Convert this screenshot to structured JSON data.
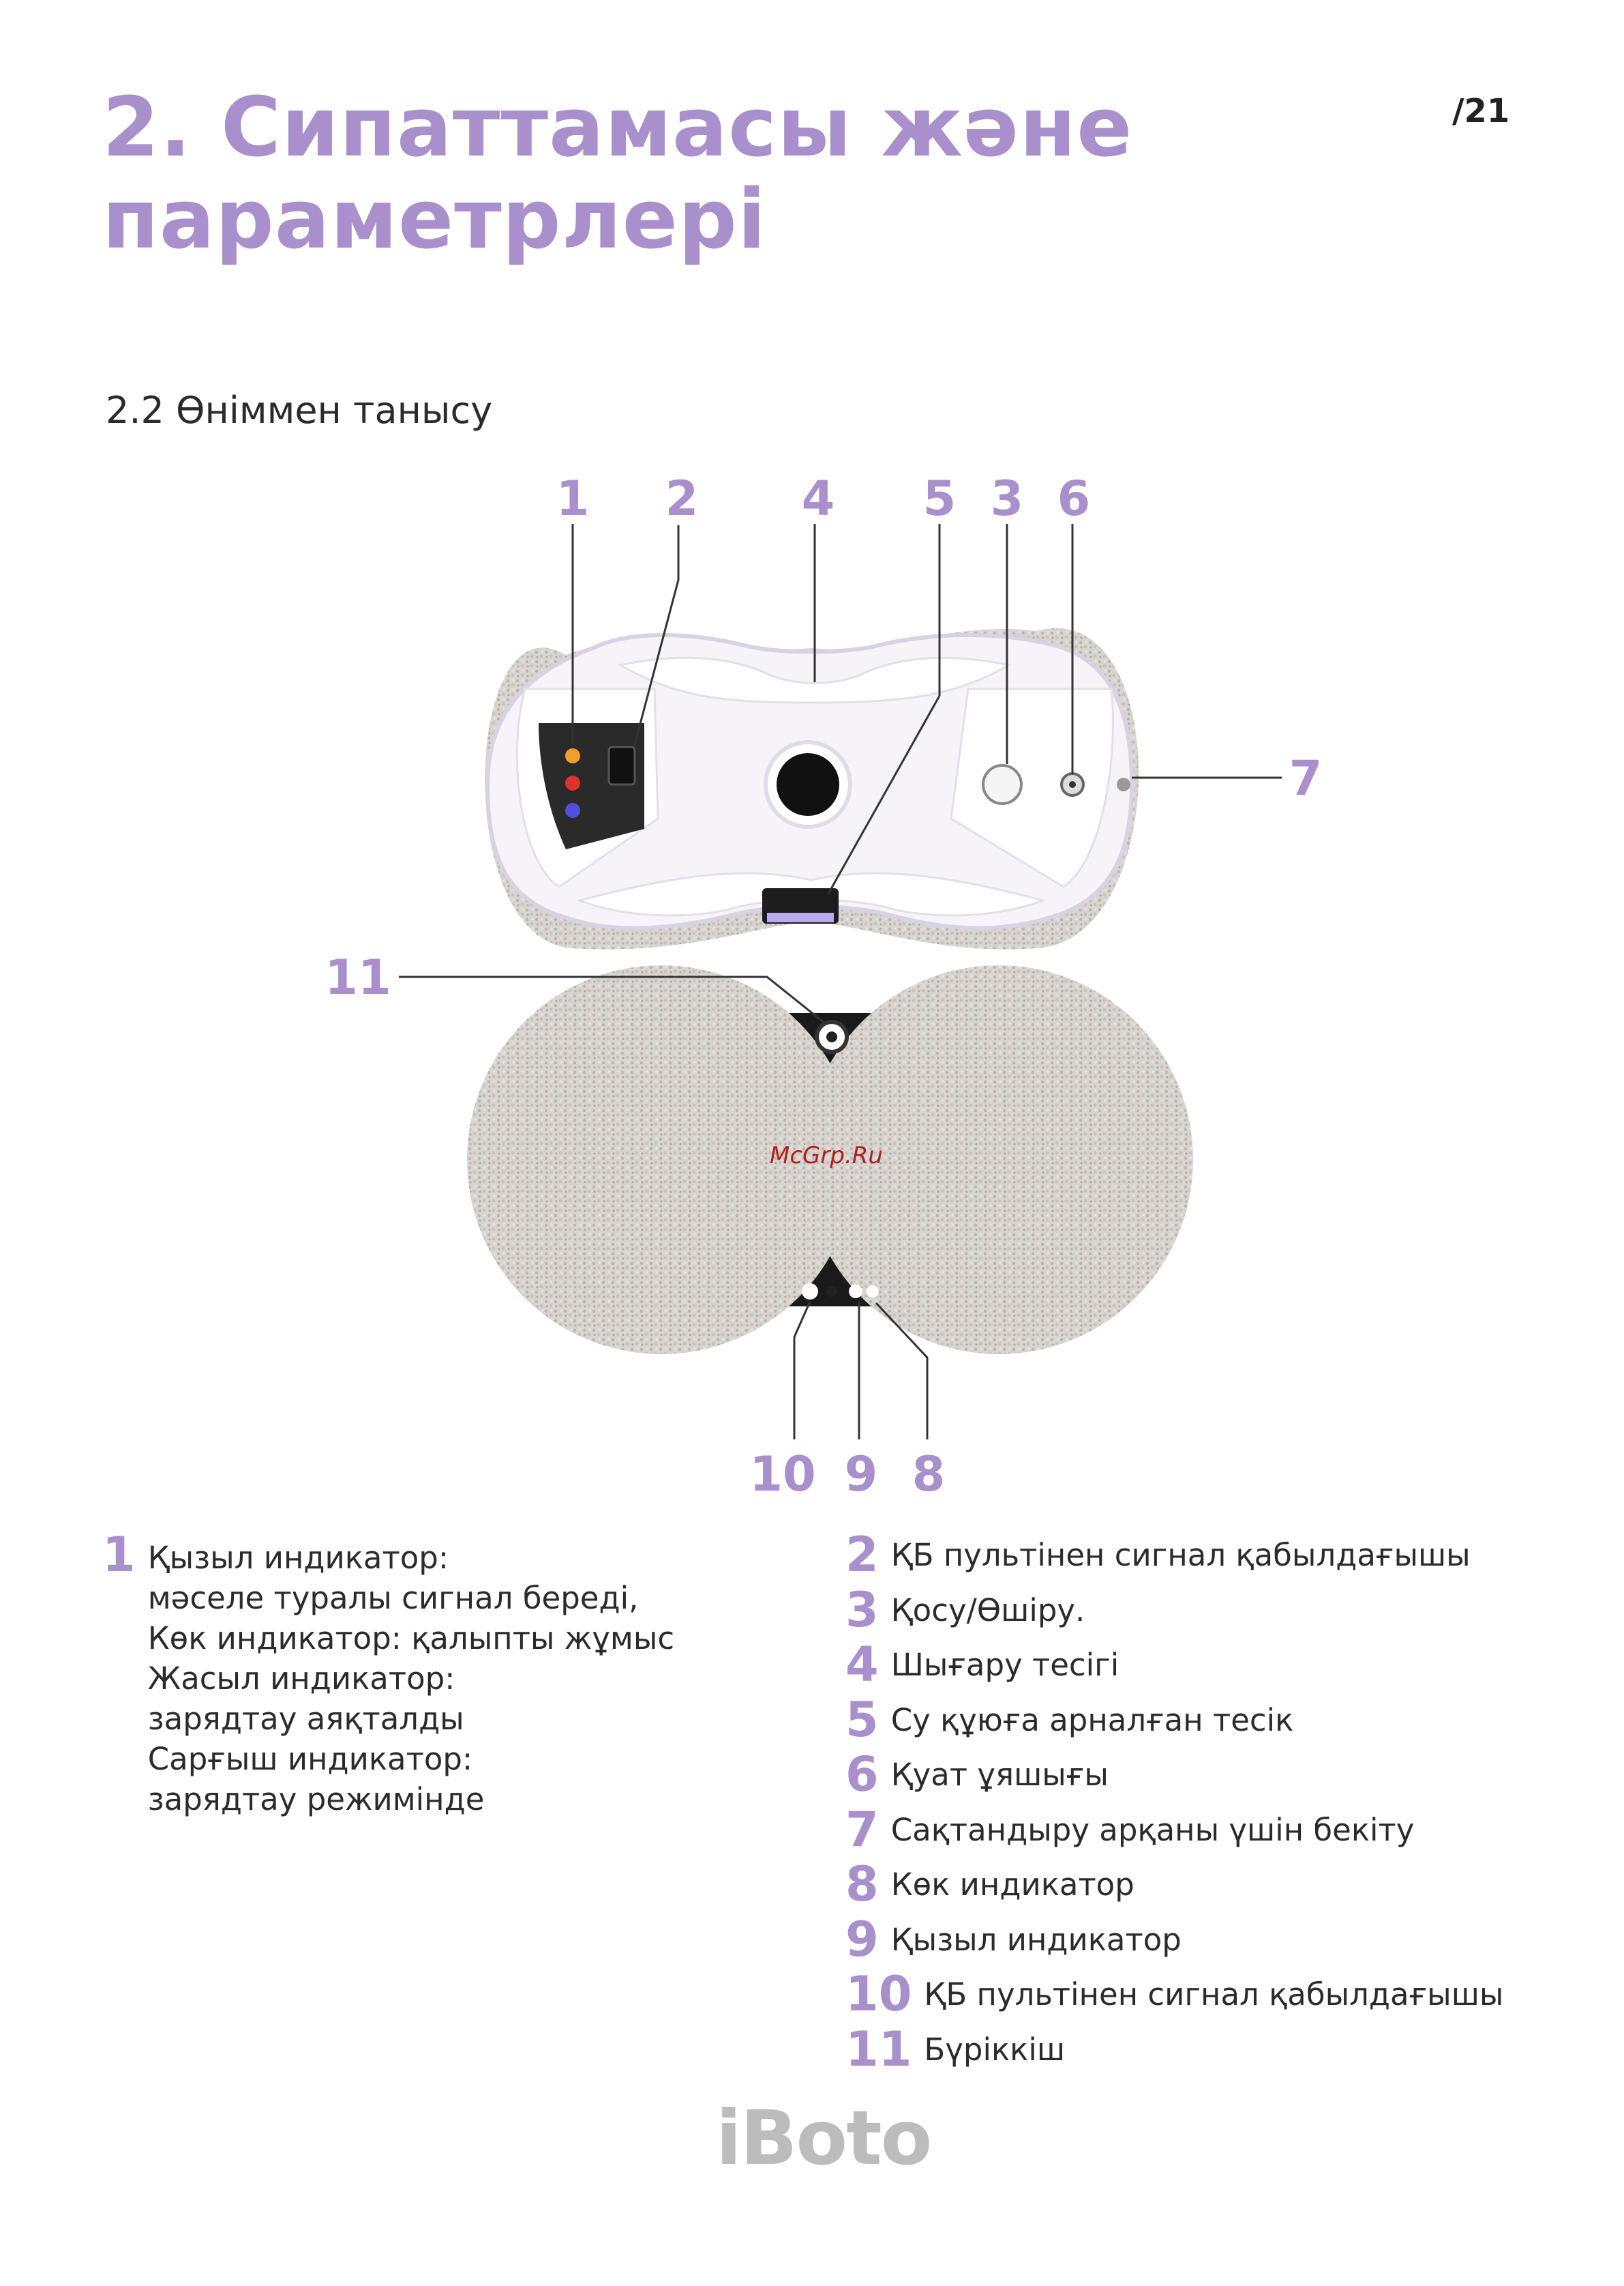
{
  "header": {
    "title_line1": "2. Сипаттамасы және",
    "title_line2": "параметрлері",
    "page_number": "/21"
  },
  "section": {
    "subtitle": "2.2 Өніммен танысу"
  },
  "diagram": {
    "callouts": [
      "1",
      "2",
      "4",
      "5",
      "3",
      "6",
      "7",
      "11",
      "10",
      "9",
      "8"
    ],
    "watermark": "McGrp.Ru",
    "colors": {
      "accent": "#a98fcb",
      "indicator_orange": "#f0a030",
      "indicator_red": "#e03030",
      "indicator_blue": "#5050e0"
    }
  },
  "legend": {
    "left": {
      "number": "1",
      "lines": [
        "Қызыл индикатор:",
        "мәселе туралы сигнал береді,",
        "Көк индикатор: қалыпты жұмыс",
        "Жасыл индикатор:",
        "зарядтау аяқталды",
        "Сарғыш индикатор:",
        "зарядтау режимінде"
      ]
    },
    "right": [
      {
        "number": "2",
        "text": "ҚБ пультінен сигнал қабылдағышы"
      },
      {
        "number": "3",
        "text": "Қосу/Өшіру."
      },
      {
        "number": "4",
        "text": "Шығару тесігі"
      },
      {
        "number": "5",
        "text": "Су құюға арналған тесік"
      },
      {
        "number": "6",
        "text": "Қуат ұяшығы"
      },
      {
        "number": "7",
        "text": "Сақтандыру арқаны үшін бекіту"
      },
      {
        "number": "8",
        "text": "Көк индикатор"
      },
      {
        "number": "9",
        "text": "Қызыл индикатор"
      },
      {
        "number": "10",
        "text": "ҚБ пультінен сигнал қабылдағышы"
      },
      {
        "number": "11",
        "text": "Бүріккіш"
      }
    ]
  },
  "footer": {
    "brand": "iBoto"
  }
}
